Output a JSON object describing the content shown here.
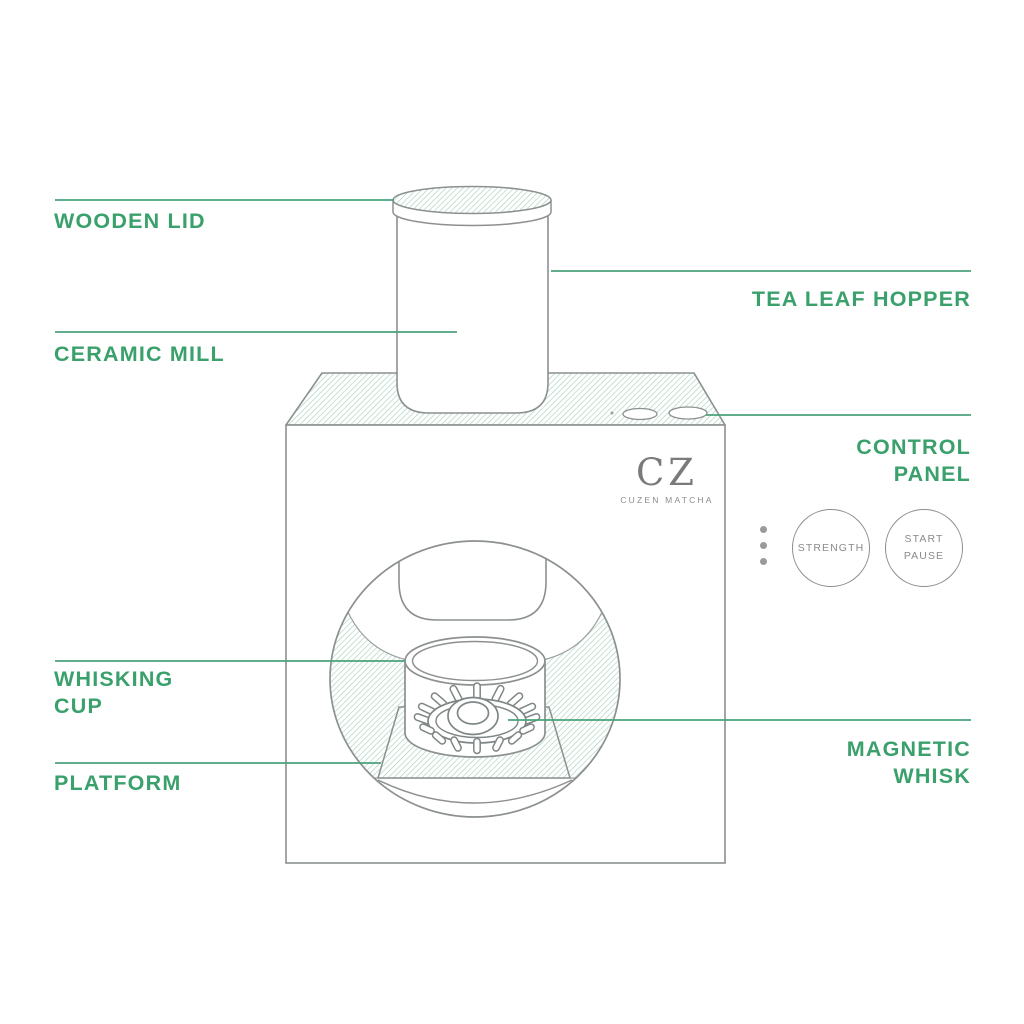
{
  "diagram": {
    "product": "matcha machine parts diagram",
    "labels": {
      "wooden_lid": "WOODEN LID",
      "tea_leaf_hopper": "TEA LEAF HOPPER",
      "ceramic_mill": "CERAMIC MILL",
      "control_panel": "CONTROL PANEL",
      "whisking_cup": "WHISKING CUP",
      "platform": "PLATFORM",
      "magnetic_whisk": "MAGNETIC WHISK"
    }
  },
  "brand": {
    "monogram": "CZ",
    "name": "CUZEN MATCHA"
  },
  "control_panel": {
    "strength_button": "STRENGTH",
    "start_button_line1": "START",
    "start_button_line2": "PAUSE"
  },
  "colors": {
    "label_green": "#3aa06c",
    "leader_line_green": "#4aa37b",
    "hatch_green": "#a2cfb7",
    "outline_gray": "#8c9090",
    "control_text_gray": "#8a8a8a"
  }
}
